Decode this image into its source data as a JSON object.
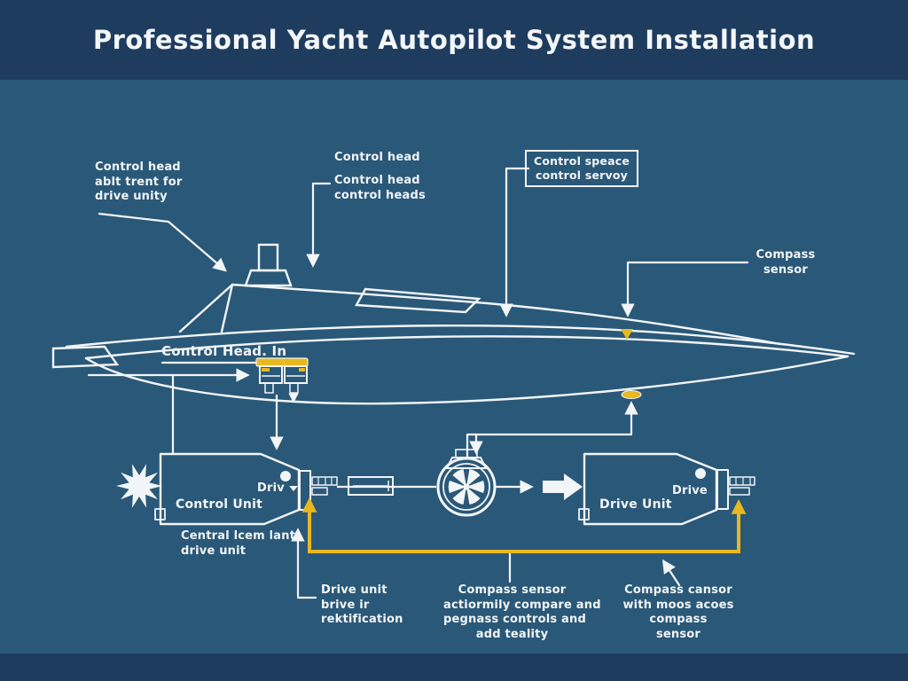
{
  "title": "Professional Yacht Autopilot System Installation",
  "colors": {
    "background": "#2a5878",
    "header_band": "#1e3c5e",
    "line_white": "#f2f5f7",
    "accent_gold": "#e8b821"
  },
  "labels": {
    "control_head_left": {
      "l1": "Control head",
      "l2": "ablt trent for",
      "l3": "drive unity"
    },
    "control_head_top": {
      "l1": "Control head"
    },
    "control_heads": {
      "l1": "Control head",
      "l2": "control heads"
    },
    "control_speace_box": {
      "l1": "Control speace",
      "l2": "control servoy"
    },
    "compass_sensor_right": {
      "l1": "Compass",
      "l2": "sensor"
    },
    "control_head_in": {
      "l1": "Control Head. In"
    },
    "central_lcem": {
      "l1": "Central lcem lant",
      "l2": "drive unit"
    },
    "drive_unit_note": {
      "l1": "Drive unit",
      "l2": "brive ir",
      "l3": "rektification"
    },
    "compass_note_center": {
      "l1": "Compass sensor",
      "l2": "actiormily compare and",
      "l3": "pegnass controls and",
      "l4": "add teality"
    },
    "compass_note_right": {
      "l1": "Compass cansor",
      "l2": "with moos acoes",
      "l3": "compass",
      "l4": "sensor"
    }
  },
  "components": {
    "control_unit": {
      "name": "Control Unit",
      "port": "Driv"
    },
    "drive_unit": {
      "name": "Drive Unit",
      "port": "Drive"
    }
  }
}
